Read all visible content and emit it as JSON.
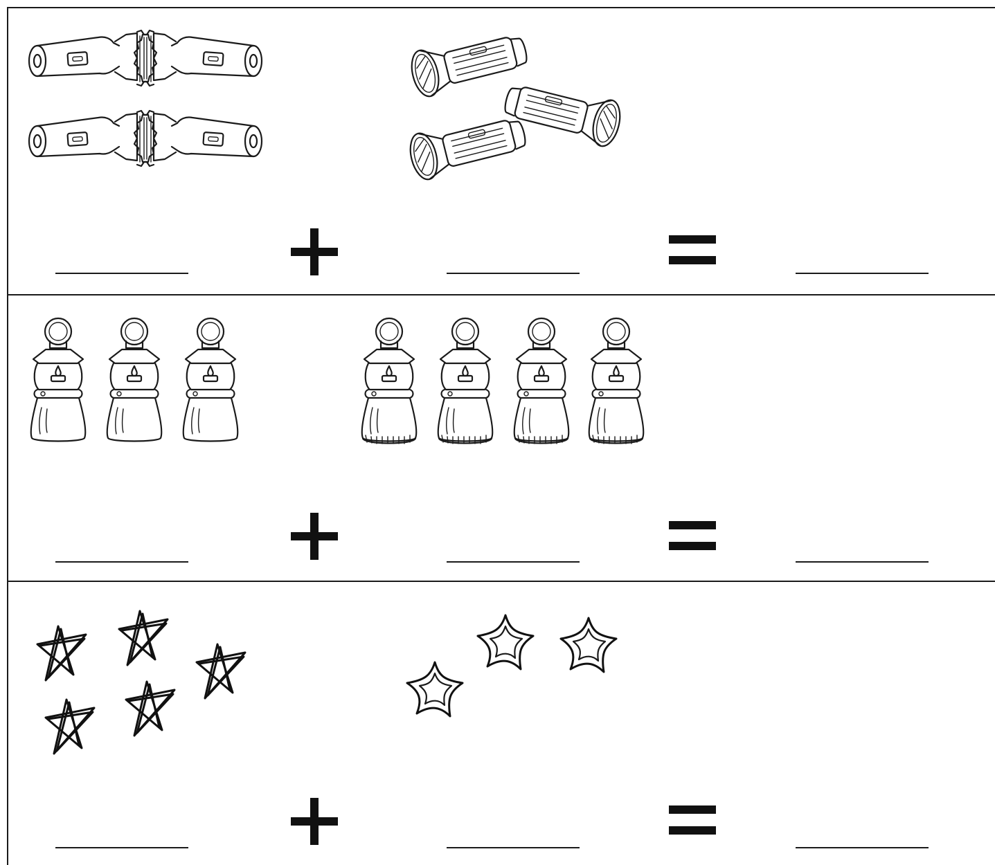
{
  "worksheet": {
    "rows": [
      {
        "id": "flashlights",
        "left_group": {
          "icon": "flashlight-icon",
          "count": 4
        },
        "right_group": {
          "icon": "torch-icon",
          "count": 3
        },
        "operator": "plus-sign-icon",
        "equals": "equals-sign-icon"
      },
      {
        "id": "lanterns",
        "left_group": {
          "icon": "lantern-icon",
          "count": 3
        },
        "right_group": {
          "icon": "lantern-icon",
          "count": 4
        },
        "operator": "plus-sign-icon",
        "equals": "equals-sign-icon"
      },
      {
        "id": "stars",
        "left_group": {
          "icon": "sketch-star-icon",
          "count": 5
        },
        "right_group": {
          "icon": "outline-star-icon",
          "count": 3
        },
        "operator": "plus-sign-icon",
        "equals": "equals-sign-icon"
      }
    ],
    "ink_color": "#1a1a1a",
    "background_color": "#ffffff"
  }
}
